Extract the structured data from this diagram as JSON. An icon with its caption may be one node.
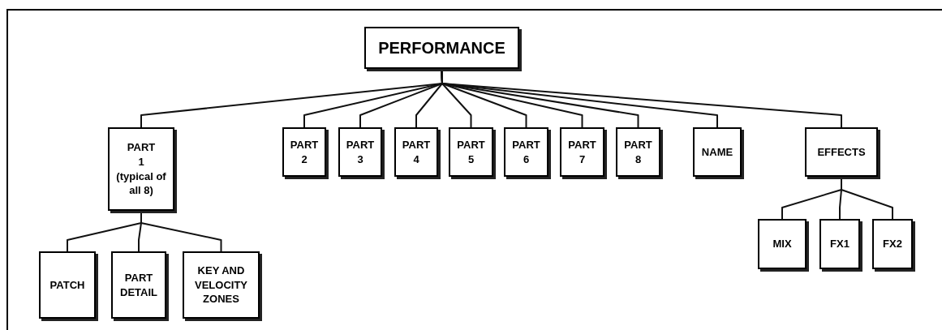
{
  "diagram": {
    "nodes": [
      {
        "text": [
          "PERFORMANCE"
        ]
      },
      {
        "text": [
          "PART 1",
          "(typical of all 8)"
        ]
      },
      {
        "text": [
          "PART 2"
        ]
      },
      {
        "text": [
          "PART 3"
        ]
      },
      {
        "text": [
          "PART 4"
        ]
      },
      {
        "text": [
          "PART 5"
        ]
      },
      {
        "text": [
          "PART 6"
        ]
      },
      {
        "text": [
          "PART 7"
        ]
      },
      {
        "text": [
          "PART 8"
        ]
      },
      {
        "text": [
          "NAME"
        ]
      },
      {
        "text": [
          "EFFECTS"
        ]
      },
      {
        "text": [
          "PATCH"
        ]
      },
      {
        "text": [
          "PART DETAIL"
        ]
      },
      {
        "text": [
          "KEY AND VELOCITY ZONES"
        ]
      },
      {
        "text": [
          "MIX"
        ]
      },
      {
        "text": [
          "FX1"
        ]
      },
      {
        "text": [
          "FX2"
        ]
      }
    ],
    "edges": [
      {
        "from": 0,
        "to": 1,
        "arrow": "none"
      },
      {
        "from": 0,
        "to": 2,
        "arrow": "none"
      },
      {
        "from": 0,
        "to": 3,
        "arrow": "none"
      },
      {
        "from": 0,
        "to": 4,
        "arrow": "none"
      },
      {
        "from": 0,
        "to": 5,
        "arrow": "none"
      },
      {
        "from": 0,
        "to": 6,
        "arrow": "none"
      },
      {
        "from": 0,
        "to": 7,
        "arrow": "none"
      },
      {
        "from": 0,
        "to": 8,
        "arrow": "none"
      },
      {
        "from": 0,
        "to": 9,
        "arrow": "none"
      },
      {
        "from": 0,
        "to": 10,
        "arrow": "none"
      },
      {
        "from": 1,
        "to": 11,
        "arrow": "none"
      },
      {
        "from": 1,
        "to": 12,
        "arrow": "none"
      },
      {
        "from": 1,
        "to": 13,
        "arrow": "none"
      },
      {
        "from": 10,
        "to": 14,
        "arrow": "none"
      },
      {
        "from": 10,
        "to": 15,
        "arrow": "none"
      },
      {
        "from": 10,
        "to": 16,
        "arrow": "none"
      }
    ]
  }
}
